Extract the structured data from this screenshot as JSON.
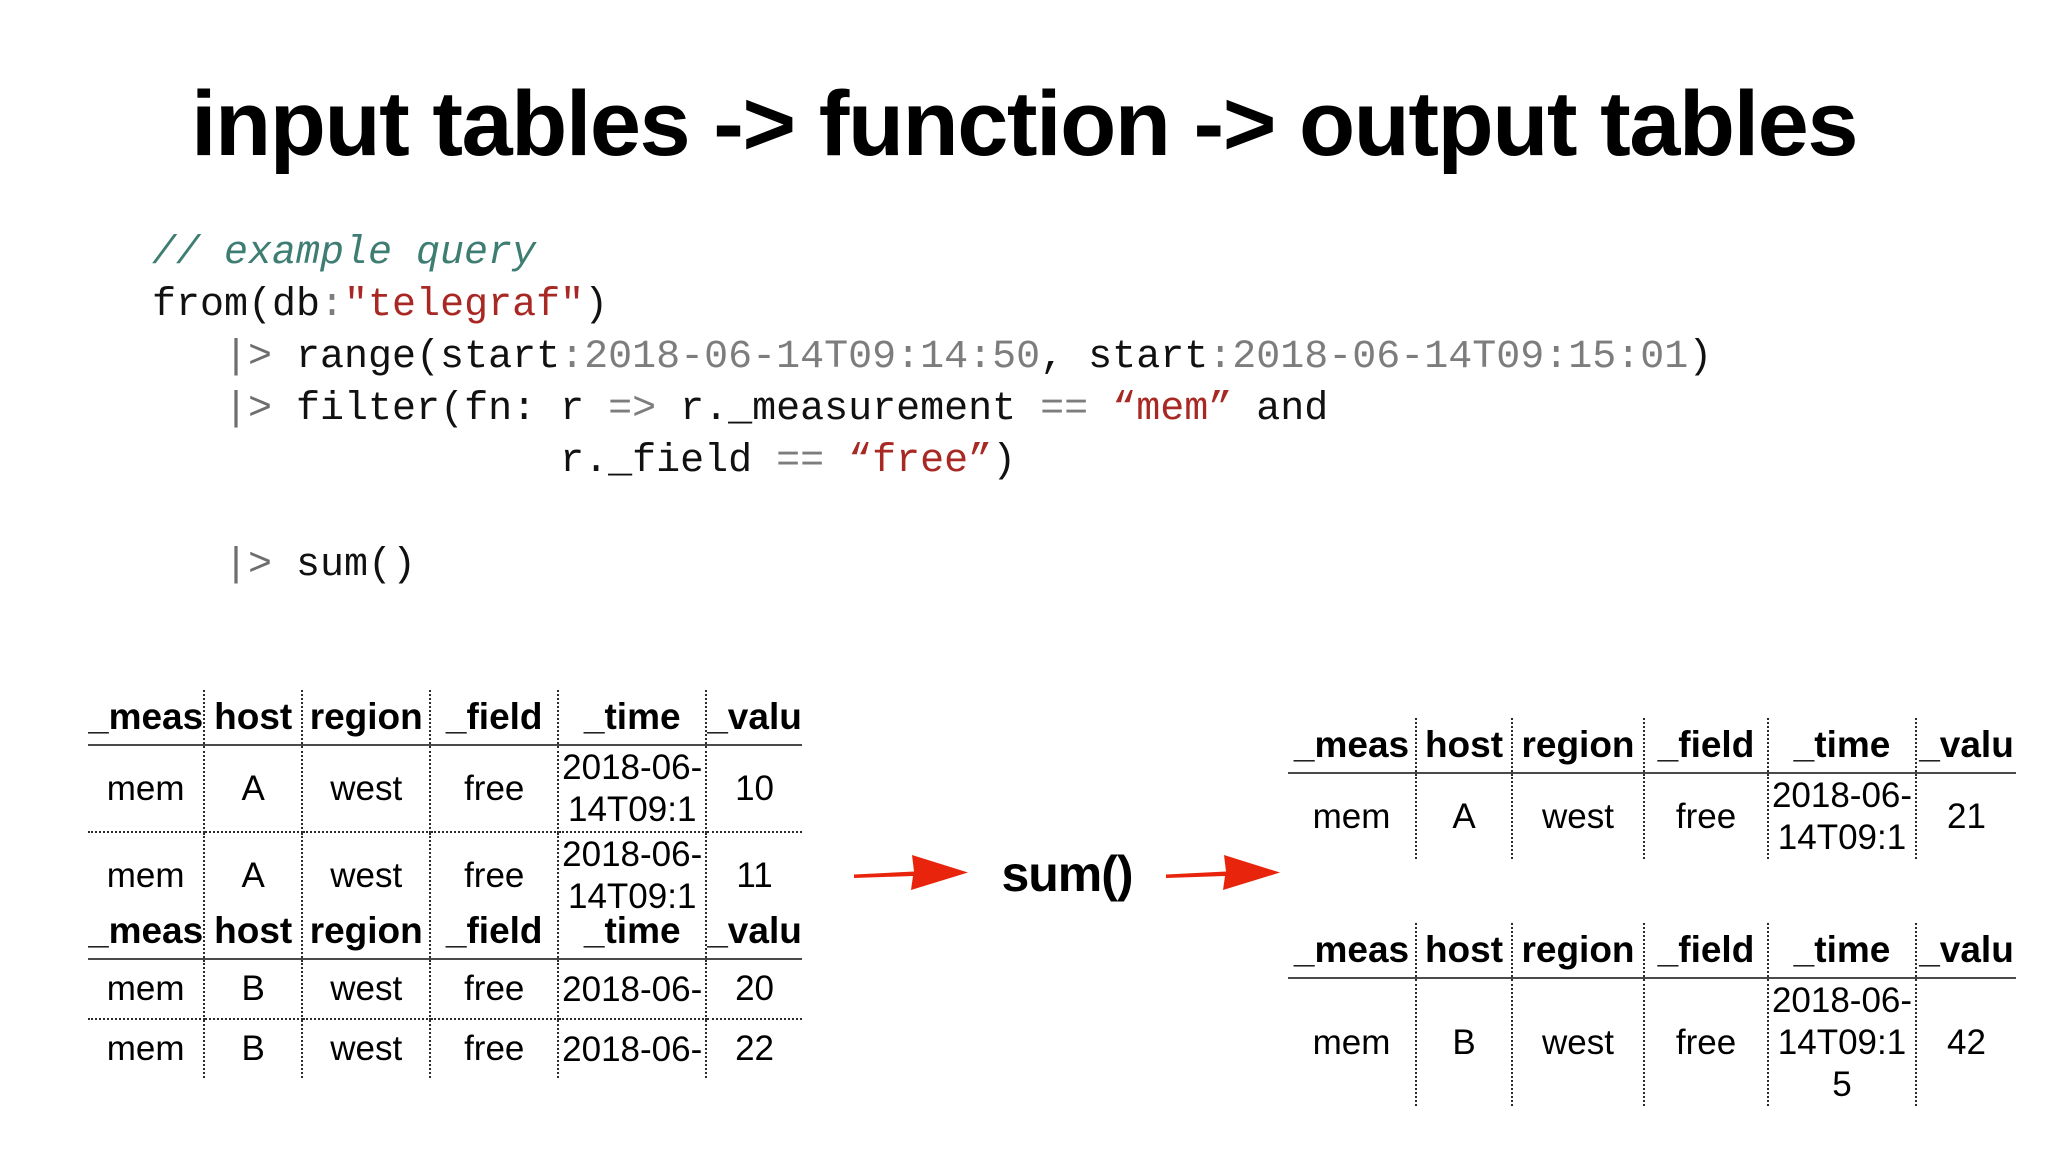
{
  "slide": {
    "title": "input tables -> function -> output tables",
    "background_color": "#ffffff"
  },
  "colors": {
    "comment": "#3e7d72",
    "string": "#a82823",
    "gray_literal": "#7d7d7d",
    "pipe_operator": "#6e6e6e",
    "arrow": "#e8250c",
    "text": "#000000"
  },
  "code": {
    "language": "flux",
    "lines": [
      {
        "id": "comment",
        "tokens": [
          {
            "text": "// example query",
            "style": "comment"
          }
        ]
      },
      {
        "id": "from",
        "tokens": [
          {
            "text": "from(db",
            "style": "plain"
          },
          {
            "text": ":",
            "style": "gray"
          },
          {
            "text": "\"telegraf\"",
            "style": "string"
          },
          {
            "text": ")",
            "style": "plain"
          }
        ]
      },
      {
        "id": "range",
        "tokens": [
          {
            "text": "   ",
            "style": "plain"
          },
          {
            "text": "|>",
            "style": "pipe"
          },
          {
            "text": " range(start",
            "style": "plain"
          },
          {
            "text": ":",
            "style": "gray"
          },
          {
            "text": "2018-06-14T09:14:50",
            "style": "gray"
          },
          {
            "text": ", start",
            "style": "plain"
          },
          {
            "text": ":",
            "style": "gray"
          },
          {
            "text": "2018-06-14T09:15:01",
            "style": "gray"
          },
          {
            "text": ")",
            "style": "plain"
          }
        ]
      },
      {
        "id": "filter",
        "tokens": [
          {
            "text": "   ",
            "style": "plain"
          },
          {
            "text": "|>",
            "style": "pipe"
          },
          {
            "text": " filter(fn: r ",
            "style": "plain"
          },
          {
            "text": "=>",
            "style": "gray"
          },
          {
            "text": " r._measurement ",
            "style": "plain"
          },
          {
            "text": "==",
            "style": "gray"
          },
          {
            "text": " ",
            "style": "plain"
          },
          {
            "text": "“mem”",
            "style": "string"
          },
          {
            "text": " and",
            "style": "plain"
          }
        ]
      },
      {
        "id": "filter-cont",
        "tokens": [
          {
            "text": "                 r._field ",
            "style": "plain"
          },
          {
            "text": "==",
            "style": "gray"
          },
          {
            "text": " ",
            "style": "plain"
          },
          {
            "text": "“free”",
            "style": "string"
          },
          {
            "text": ")",
            "style": "plain"
          }
        ]
      },
      {
        "id": "blank",
        "tokens": [
          {
            "text": " ",
            "style": "plain"
          }
        ]
      },
      {
        "id": "sum",
        "tokens": [
          {
            "text": "   ",
            "style": "plain"
          },
          {
            "text": "|>",
            "style": "pipe"
          },
          {
            "text": " sum()",
            "style": "plain"
          }
        ]
      }
    ]
  },
  "flow": {
    "label": "sum()",
    "arrow_left_name": "arrow-right-icon",
    "arrow_right_name": "arrow-right-icon"
  },
  "columns": [
    "_meas",
    "host",
    "region",
    "_field",
    "_time",
    "_valu"
  ],
  "tables": {
    "input": [
      {
        "id": "table-input-1",
        "side": "input",
        "headers": [
          "_meas",
          "host",
          "region",
          "_field",
          "_time",
          "_valu"
        ],
        "rows": [
          [
            "mem",
            "A",
            "west",
            "free",
            "2018-06-14T09:1",
            "10"
          ],
          [
            "mem",
            "A",
            "west",
            "free",
            "2018-06-14T09:1",
            "11"
          ]
        ]
      },
      {
        "id": "table-input-2",
        "side": "input",
        "headers": [
          "_meas",
          "host",
          "region",
          "_field",
          "_time",
          "_valu"
        ],
        "rows": [
          [
            "mem",
            "B",
            "west",
            "free",
            "2018-06-",
            "20"
          ],
          [
            "mem",
            "B",
            "west",
            "free",
            "2018-06-",
            "22"
          ]
        ]
      }
    ],
    "output": [
      {
        "id": "table-output-1",
        "side": "output",
        "headers": [
          "_meas",
          "host",
          "region",
          "_field",
          "_time",
          "_valu"
        ],
        "rows": [
          [
            "mem",
            "A",
            "west",
            "free",
            "2018-06-14T09:1",
            "21"
          ]
        ]
      },
      {
        "id": "table-output-2",
        "side": "output",
        "headers": [
          "_meas",
          "host",
          "region",
          "_field",
          "_time",
          "_valu"
        ],
        "rows": [
          [
            "mem",
            "B",
            "west",
            "free",
            "2018-06-14T09:15",
            "42"
          ]
        ]
      }
    ]
  }
}
